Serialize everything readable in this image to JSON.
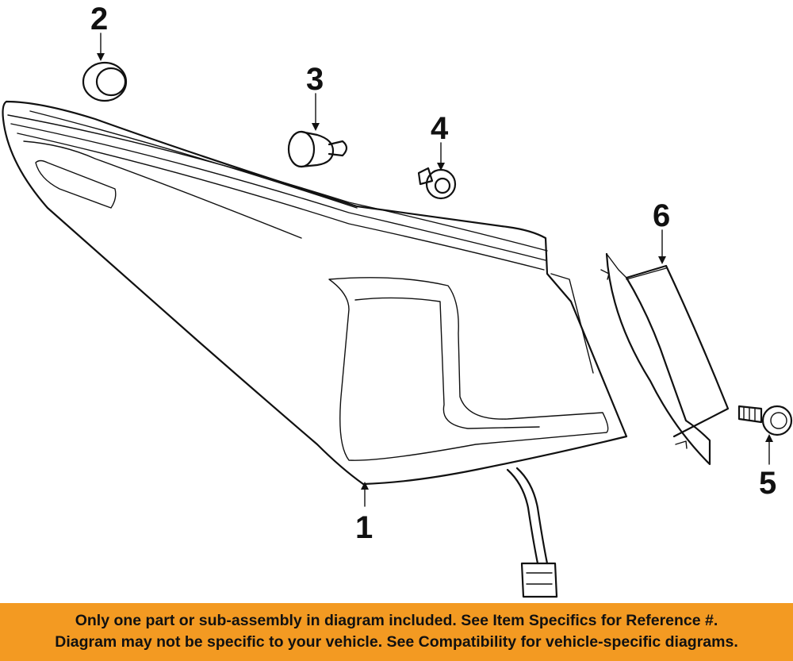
{
  "callouts": [
    "1",
    "2",
    "3",
    "4",
    "5",
    "6"
  ],
  "footer": {
    "line1": "Only one part or sub-assembly in diagram included. See Item Specifics for Reference #.",
    "line2": "Diagram may not be specific to your vehicle. See Compatibility for vehicle-specific diagrams."
  },
  "colors": {
    "banner": "#f39a22",
    "ink": "#111111"
  }
}
